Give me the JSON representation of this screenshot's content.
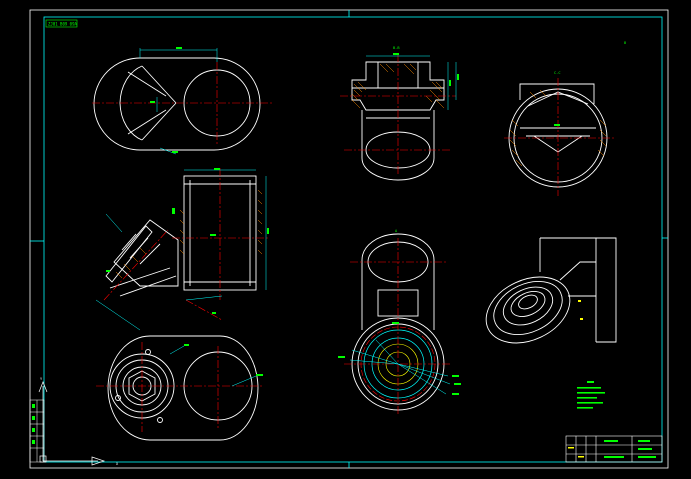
{
  "drawing": {
    "sheet_tag": "ZJ01 B09 09A",
    "section_labels": {
      "view_b": "B-B",
      "view_c": "C-C",
      "view_a": "A"
    },
    "corner_mark": "B",
    "ucs_axis": {
      "x": "X",
      "y": "Y"
    }
  },
  "colors": {
    "background": "#000000",
    "outline": "#ffffff",
    "frame": "#00ffff",
    "centerline": "#ff0000",
    "dimension": "#00ffff",
    "hatch": "#ff8c00",
    "note_text": "#00ff00",
    "accent": "#ffff00"
  }
}
